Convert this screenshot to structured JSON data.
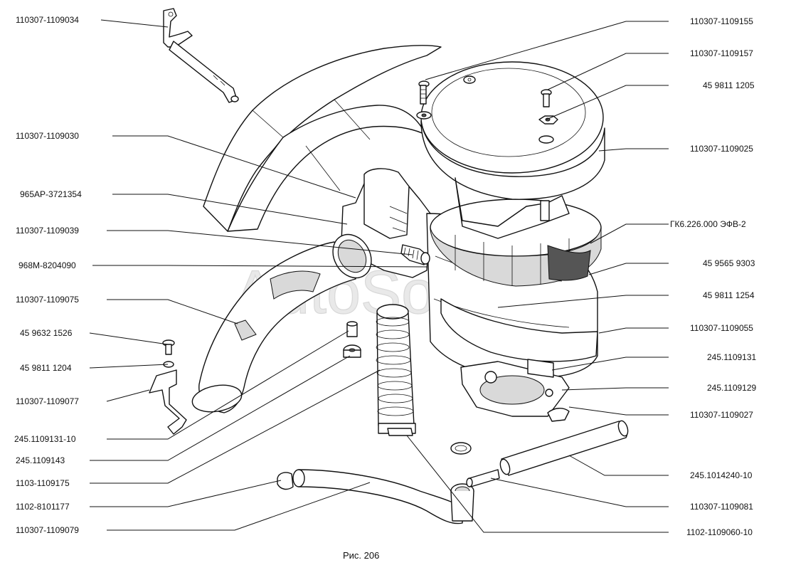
{
  "watermark": "AutoSoft",
  "caption": "Рис. 206",
  "labels_left": [
    "110307-1109034",
    "110307-1109030",
    "965АР-3721354",
    "110307-1109039",
    "968М-8204090",
    "110307-1109075",
    "45 9632 1526",
    "45 9811 1204",
    "110307-1109077",
    "245.1109131-10",
    "245.1109143",
    "1103-1109175",
    "1102-8101177",
    "110307-1109079"
  ],
  "labels_right": [
    "110307-1109155",
    "110307-1109157",
    "45 9811 1205",
    "110307-1109025",
    "ГК6.226.000 ЭФВ-2",
    "45 9565 9303",
    "45 9811 1254",
    "110307-1109055",
    "245.1109131",
    "245.1109129",
    "110307-1109027",
    "245.1014240-10",
    "110307-1109081",
    "1102-1109060-10"
  ]
}
